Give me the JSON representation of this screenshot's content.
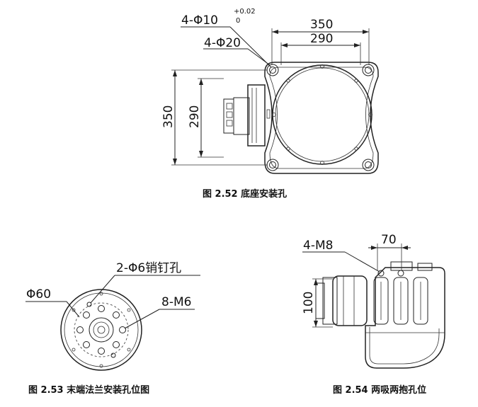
{
  "fig52": {
    "label_hole_a": "4-Φ10",
    "tol_upper": "+0.02",
    "tol_lower": "0",
    "label_hole_b": "4-Φ20",
    "dim_350_h": "350",
    "dim_290_h": "290",
    "dim_350_v": "350",
    "dim_290_v": "290",
    "caption": "图 2.52  底座安装孔"
  },
  "fig53": {
    "label_pin": "2-Φ6销钉孔",
    "label_dia": "Φ60",
    "label_thread": "8-M6",
    "caption": "图 2.53    末端法兰安装孔位图"
  },
  "fig54": {
    "label_thread": "4-M8",
    "dim_70": "70",
    "dim_100": "100",
    "caption": "图 2.54    两吸两抱孔位"
  }
}
